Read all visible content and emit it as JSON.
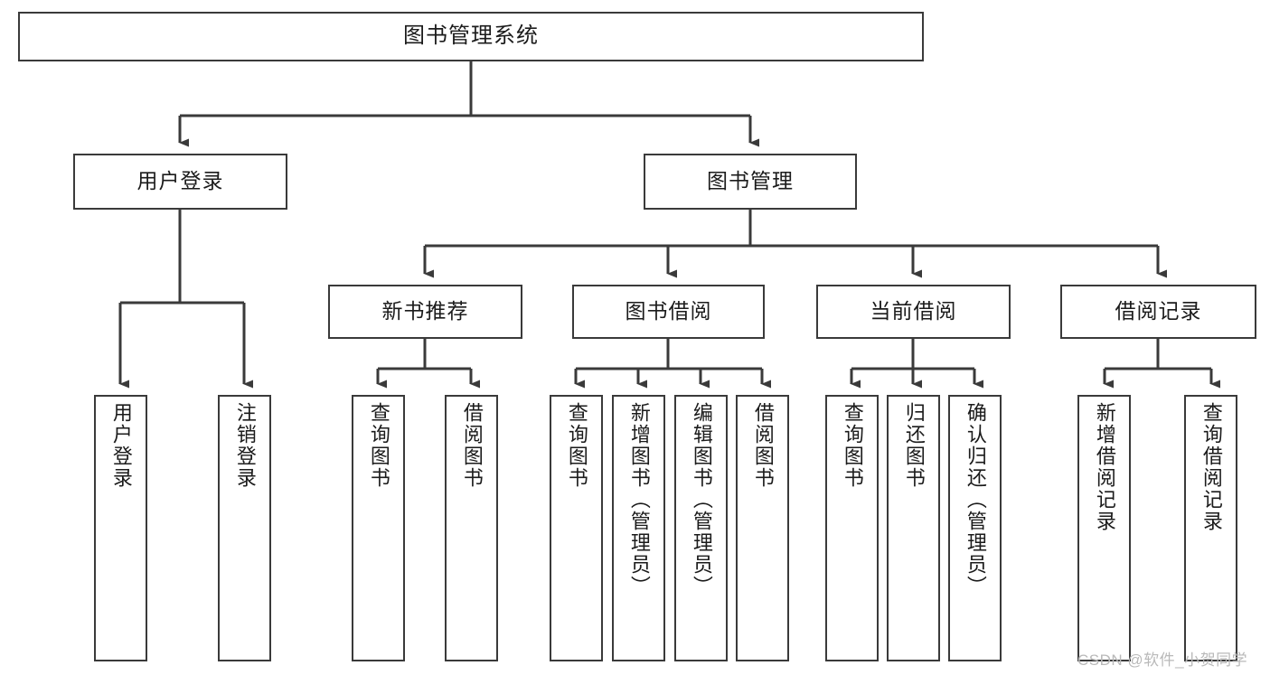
{
  "diagram": {
    "title": "图书管理系统",
    "type": "tree-hierarchy-diagram",
    "root": {
      "label": "图书管理系统"
    },
    "level2": [
      {
        "id": "user-login",
        "label": "用户登录"
      },
      {
        "id": "book-management",
        "label": "图书管理"
      }
    ],
    "level3": [
      {
        "id": "new-book-recommend",
        "label": "新书推荐",
        "parent": "book-management"
      },
      {
        "id": "book-borrow",
        "label": "图书借阅",
        "parent": "book-management"
      },
      {
        "id": "current-borrow",
        "label": "当前借阅",
        "parent": "book-management"
      },
      {
        "id": "borrow-record",
        "label": "借阅记录",
        "parent": "book-management"
      }
    ],
    "leaves": {
      "user-login": [
        {
          "id": "leaf-user-login",
          "label": "用户登录"
        },
        {
          "id": "leaf-logout-login",
          "label": "注销登录"
        }
      ],
      "new-book-recommend": [
        {
          "id": "leaf-query-book-1",
          "label": "查询图书"
        },
        {
          "id": "leaf-borrow-book-1",
          "label": "借阅图书"
        }
      ],
      "book-borrow": [
        {
          "id": "leaf-query-book-2",
          "label": "查询图书"
        },
        {
          "id": "leaf-add-book",
          "label": "新增图书（管理员）"
        },
        {
          "id": "leaf-edit-book",
          "label": "编辑图书（管理员）"
        },
        {
          "id": "leaf-borrow-book-2",
          "label": "借阅图书"
        }
      ],
      "current-borrow": [
        {
          "id": "leaf-query-book-3",
          "label": "查询图书"
        },
        {
          "id": "leaf-return-book",
          "label": "归还图书"
        },
        {
          "id": "leaf-confirm-return",
          "label": "确认归还（管理员）"
        }
      ],
      "borrow-record": [
        {
          "id": "leaf-add-record",
          "label": "新增借阅记录"
        },
        {
          "id": "leaf-query-record",
          "label": "查询借阅记录"
        }
      ]
    },
    "colors": {
      "stroke": "#3a3a3a",
      "text": "#1b1b1b",
      "background": "#ffffff",
      "watermark": "#b9b9b9"
    }
  },
  "watermark": {
    "text": "CSDN @软件_小贺同学"
  }
}
